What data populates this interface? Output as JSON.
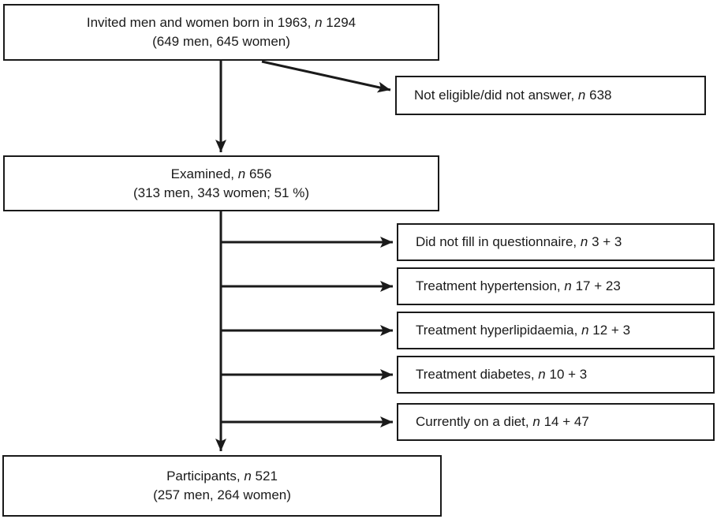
{
  "figure": {
    "background_color": "#ffffff",
    "line_color": "#1a1a1a",
    "n_symbol": "n",
    "nodes": {
      "invited": {
        "prefix": "Invited men and women born in 1963,",
        "value": "1294",
        "line2": "(649 men, 645 women)"
      },
      "not_eligible": {
        "prefix": "Not eligible/did not answer,",
        "value": "638"
      },
      "examined": {
        "prefix": "Examined,",
        "value": "656",
        "line2": "(313 men, 343 women; 51 %)"
      },
      "exclusions": [
        {
          "prefix": "Did not fill in questionnaire,",
          "value": "3 + 3"
        },
        {
          "prefix": "Treatment hypertension,",
          "value": "17 + 23"
        },
        {
          "prefix": "Treatment hyperlipidaemia,",
          "value": "12 + 3"
        },
        {
          "prefix": "Treatment diabetes,",
          "value": "10 + 3"
        },
        {
          "prefix": "Currently on a diet,",
          "value": "14 + 47"
        }
      ],
      "participants": {
        "prefix": "Participants,",
        "value": "521",
        "line2": "(257 men, 264 women)"
      }
    }
  }
}
